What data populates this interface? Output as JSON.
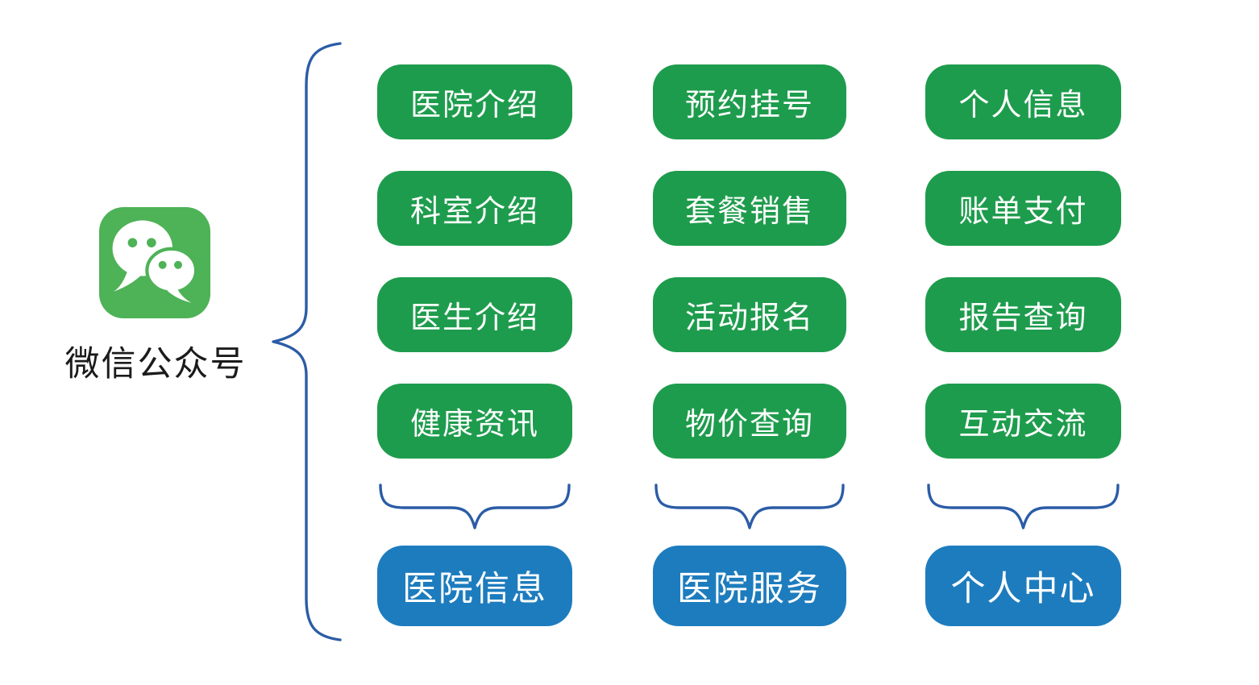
{
  "root": {
    "label": "微信公众号",
    "icon": "wechat-icon"
  },
  "columns": [
    {
      "group_label": "医院信息",
      "items": [
        "医院介绍",
        "科室介绍",
        "医生介绍",
        "健康资讯"
      ]
    },
    {
      "group_label": "医院服务",
      "items": [
        "预约挂号",
        "套餐销售",
        "活动报名",
        "物价查询"
      ]
    },
    {
      "group_label": "个人中心",
      "items": [
        "个人信息",
        "账单支付",
        "报告查询",
        "互动交流"
      ]
    }
  ],
  "colors": {
    "feature_node_green": "#1E9C4D",
    "group_node_blue": "#1D7CBE",
    "brace_blue": "#2B5CA6",
    "wechat_icon_green": "#4EB257",
    "background": "#FFFFFF",
    "node_text": "#FFFFFF",
    "root_label_text": "#1B1B1B"
  }
}
